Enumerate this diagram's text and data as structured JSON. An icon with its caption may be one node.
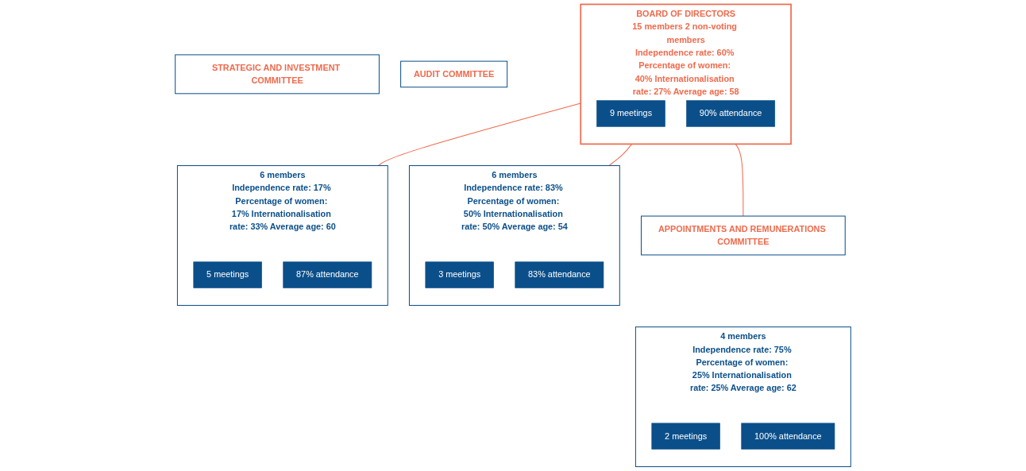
{
  "diagram": {
    "nodes": [
      {
        "text": [
          "AUDIT COMMITTEE"
        ]
      },
      {
        "text": [
          "6 members",
          "Independence rate: 83% Percentage of women: 50% Internationalisation rate: 50% Average age: 54"
        ]
      },
      {
        "text": [
          "3 meetings"
        ],
        "in": 1
      },
      {
        "text": [
          "83% attendance"
        ],
        "in": 1
      },
      {
        "text": [
          "STRATEGIC AND INVESTMENT COMMITTEE"
        ]
      },
      {
        "text": [
          "6 members",
          "Independence rate: 17% Percentage of women: 17% Internationalisation rate: 33% Average age: 60"
        ]
      },
      {
        "text": [
          "5 meetings"
        ],
        "in": 5
      },
      {
        "text": [
          "87% attendance"
        ],
        "in": 5
      },
      {
        "text": [
          "BOARD OF DIRECTORS",
          "15 members 2 non-voting members",
          "Independence rate: 60% Percentage of women: 40% Internationalisation rate: 27% Average age: 58"
        ]
      },
      {
        "text": [
          "9 meetings"
        ],
        "in": 8
      },
      {
        "text": [
          "90% attendance"
        ],
        "in": 8
      },
      {
        "text": [
          "APPOINTMENTS AND REMUNERATIONS COMMITTEE"
        ]
      },
      {
        "text": [
          "4 members",
          "Independence rate: 75% Percentage of women: 25% Internationalisation rate: 25% Average age: 62"
        ]
      },
      {
        "text": [
          "2 meetings"
        ],
        "in": 12
      },
      {
        "text": [
          "100% attendance"
        ],
        "in": 12
      }
    ],
    "edges": [
      {
        "from": 8,
        "to": 1,
        "arrow": "none",
        "color": "#ef6a4c"
      },
      {
        "from": 8,
        "to": 5,
        "arrow": "none",
        "color": "#ef6a4c"
      },
      {
        "from": 8,
        "to": 11,
        "arrow": "none",
        "color": "#ef6a4c"
      }
    ]
  }
}
